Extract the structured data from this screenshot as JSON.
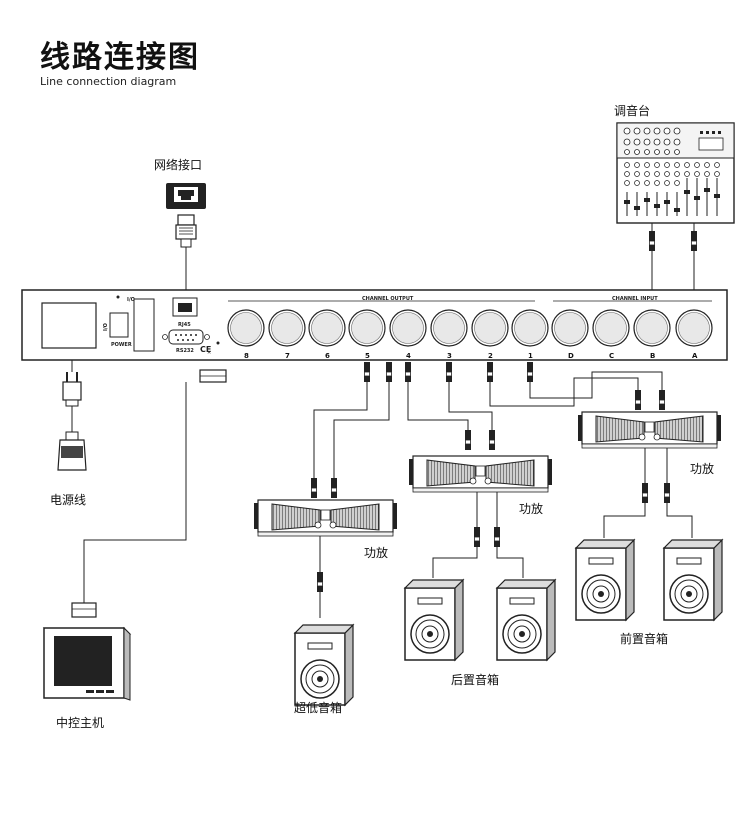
{
  "header": {
    "title": "线路连接图",
    "subtitle": "Line connection diagram"
  },
  "labels": {
    "network": "网络接口",
    "mixer": "调音台",
    "power_cable": "电源线",
    "central_control": "中控主机",
    "amp_a": "功放",
    "amp_b": "功放",
    "amp_c": "功放",
    "subwoofer": "超低音箱",
    "rear_speakers": "后置音箱",
    "front_speakers": "前置音箱"
  },
  "device": {
    "channel_output": "CHANNEL OUTPUT",
    "channel_input": "CHANNEL INPUT",
    "rj45": "RJ45",
    "rs232": "RS232",
    "power": "POWER",
    "io": "I/O",
    "ce": "CE",
    "output_jacks": [
      "8",
      "7",
      "6",
      "5",
      "4",
      "3",
      "2",
      "1"
    ],
    "input_jacks": [
      "D",
      "C",
      "B",
      "A"
    ]
  }
}
